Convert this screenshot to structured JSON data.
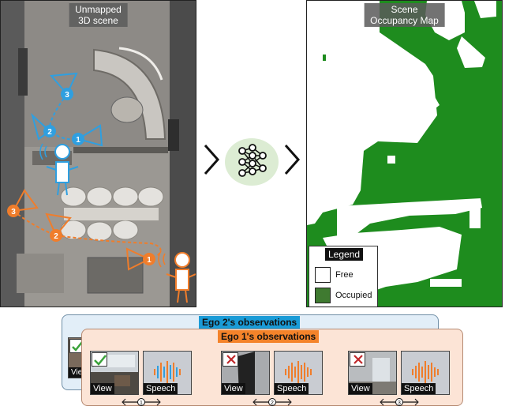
{
  "scene": {
    "title_line1": "Unmapped",
    "title_line2": "3D scene",
    "ego2_color": "#2f9fe0",
    "ego1_color": "#f07d2b",
    "ego2_markers": [
      "3",
      "2",
      "1"
    ],
    "ego1_markers": [
      "3",
      "2",
      "1"
    ]
  },
  "map": {
    "title_line1": "Scene",
    "title_line2": "Occupancy Map",
    "occupied_color": "#1e8c1e",
    "free_color": "#ffffff",
    "legend": {
      "title": "Legend",
      "free_label": "Free",
      "occupied_label": "Occupied",
      "occupied_swatch": "#3f7a30"
    }
  },
  "observations": {
    "ego2_title": "Ego 2's observations",
    "ego2_partial_label": "View",
    "ego1_title": "Ego 1's observations",
    "ego1_steps": [
      {
        "view_label": "View",
        "speech_label": "Speech",
        "badge": "check-icon",
        "step": "1"
      },
      {
        "view_label": "View",
        "speech_label": "Speech",
        "badge": "cross-icon",
        "step": "2"
      },
      {
        "view_label": "View",
        "speech_label": "Speech",
        "badge": "cross-icon",
        "step": "3"
      }
    ]
  }
}
